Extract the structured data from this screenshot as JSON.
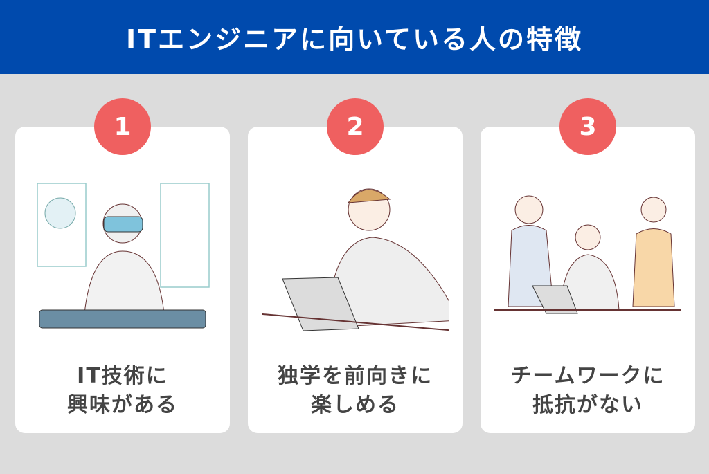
{
  "title": "ITエンジニアに向いている人の特徴",
  "colors": {
    "header": "#004aad",
    "badge": "#ef6060",
    "background": "#dcdcdc"
  },
  "cards": [
    {
      "number": "1",
      "line1": "IT技術に",
      "line2": "興味がある",
      "illustration": "vr-headset-typing-person"
    },
    {
      "number": "2",
      "line1": "独学を前向きに",
      "line2": "楽しめる",
      "illustration": "person-thumbs-up-laptop"
    },
    {
      "number": "3",
      "line1": "チームワークに",
      "line2": "抵抗がない",
      "illustration": "team-reviewing-documents"
    }
  ]
}
